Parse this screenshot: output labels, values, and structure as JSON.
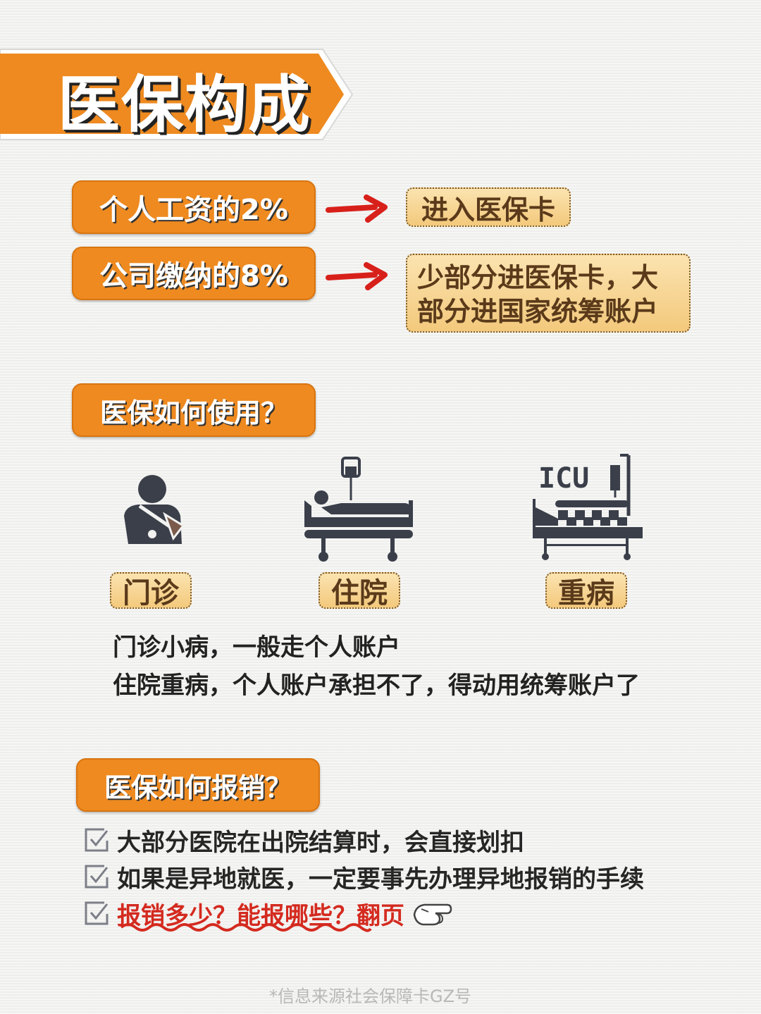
{
  "title": "医保构成",
  "composition": [
    {
      "source": "个人工资的2%",
      "destination": "进入医保卡"
    },
    {
      "source": "公司缴纳的8%",
      "destination_lines": [
        "少部分进医保卡，大",
        "部分进国家统筹账户"
      ]
    }
  ],
  "usage": {
    "heading": "医保如何使用？",
    "categories": [
      {
        "icon": "outpatient-person-sling-icon",
        "label": "门诊"
      },
      {
        "icon": "hospital-bed-iv-icon",
        "label": "住院"
      },
      {
        "icon": "icu-bed-icon",
        "label": "重病",
        "icon_text": "ICU"
      }
    ],
    "description": [
      "门诊小病，一般走个人账户",
      "住院重病，个人账户承担不了，得动用统筹账户了"
    ]
  },
  "reimbursement": {
    "heading": "医保如何报销？",
    "items": [
      {
        "text": "大部分医院在出院结算时，会直接划扣",
        "highlight": false
      },
      {
        "text": "如果是异地就医，一定要事先办理异地报销的手续",
        "highlight": false
      },
      {
        "text": "报销多少？能报哪些？翻页",
        "highlight": true
      }
    ]
  },
  "footer": "*信息来源社会保障卡GZ号",
  "colors": {
    "orange": "#ee8a20",
    "tag_bg": "#f6d28e",
    "red": "#d42a1f",
    "icon": "#3a3f4a"
  }
}
